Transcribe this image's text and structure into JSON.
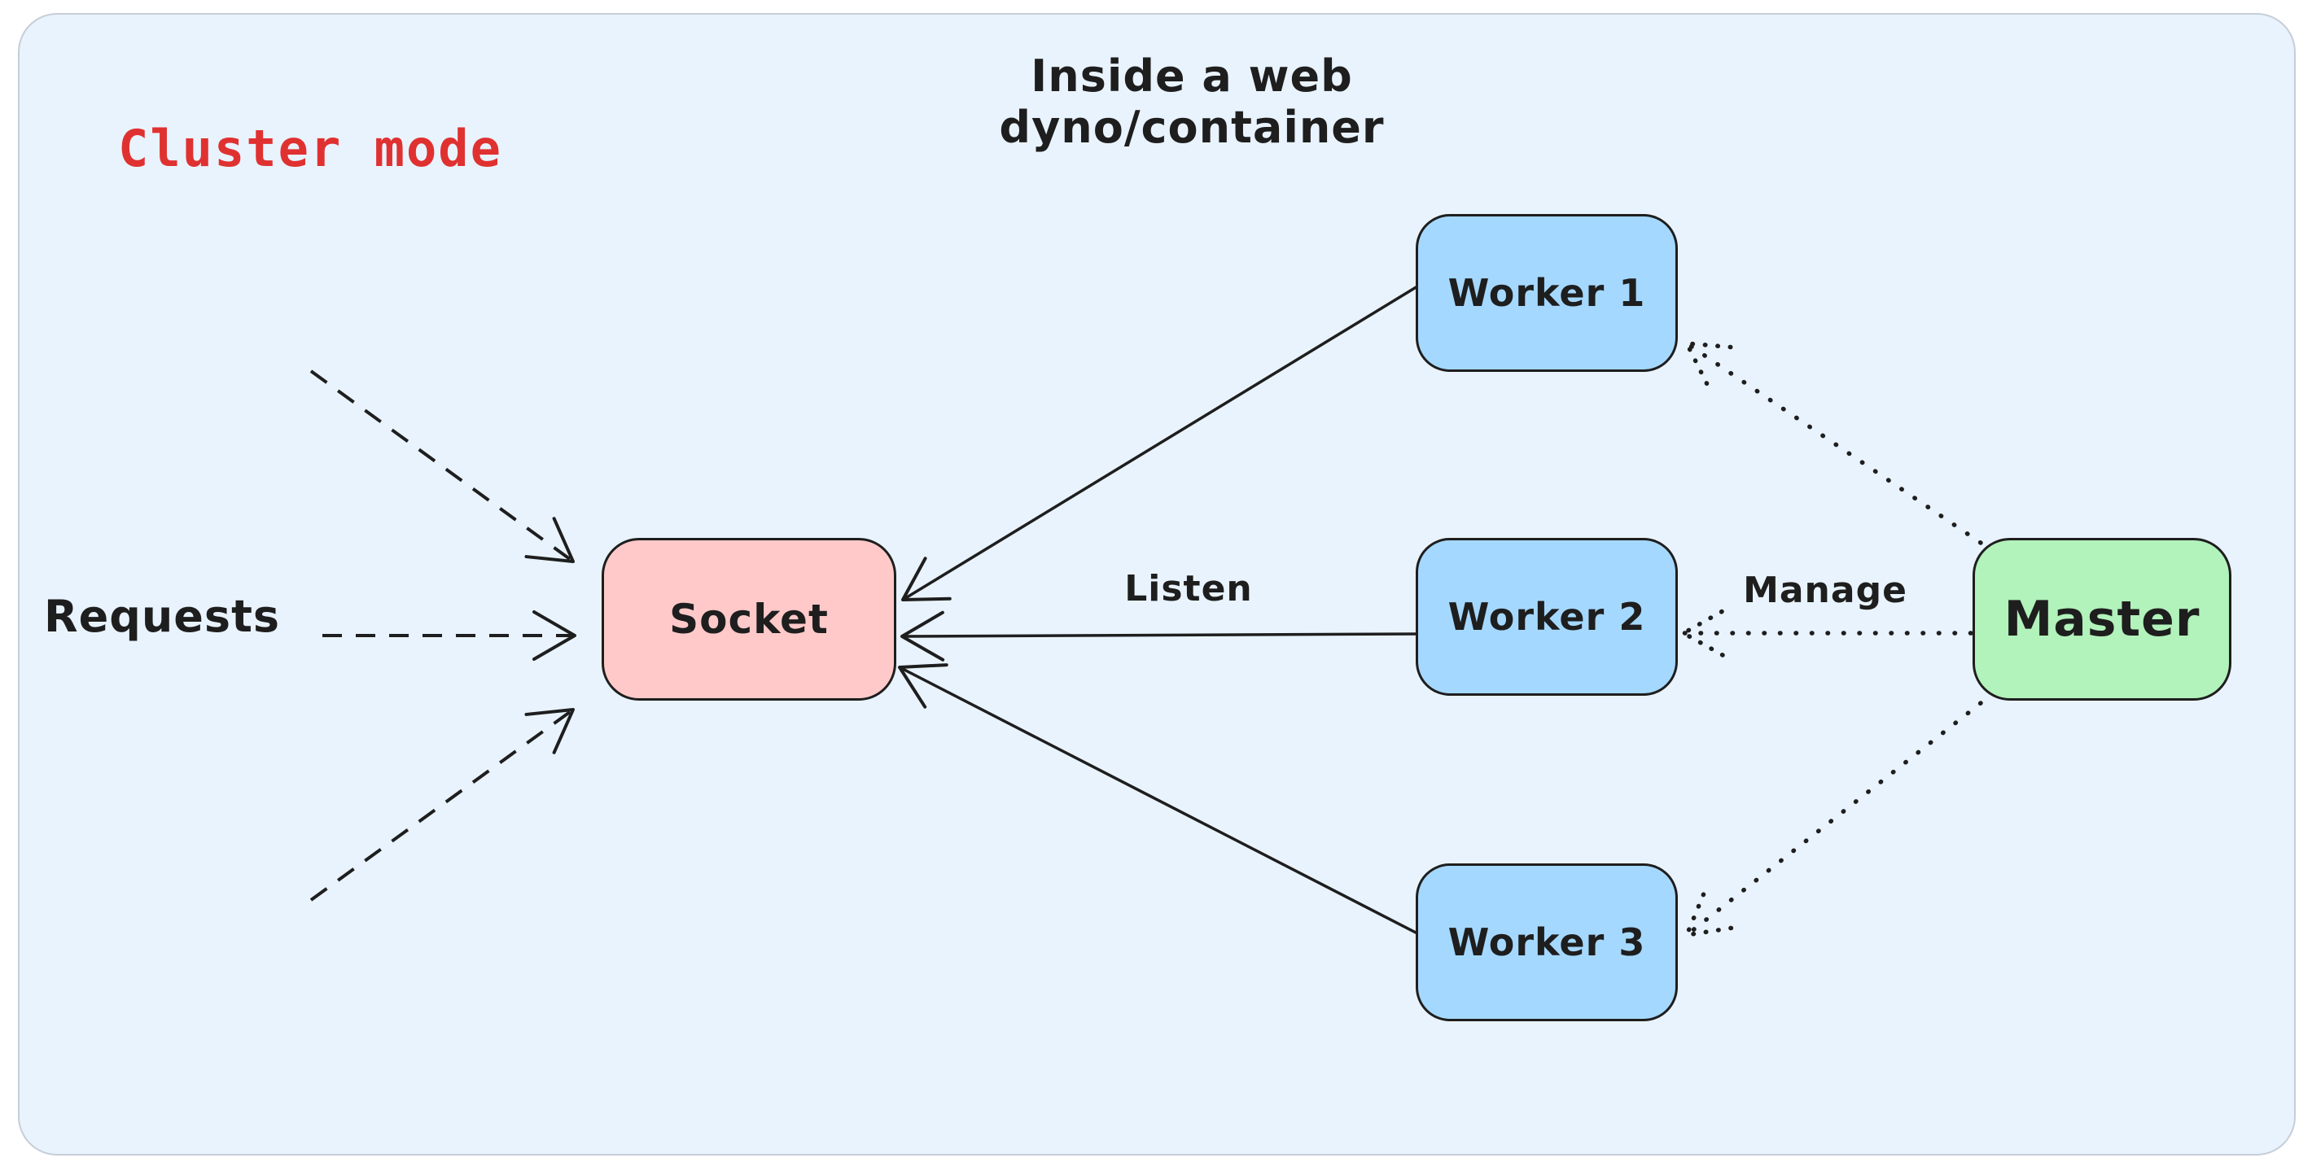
{
  "diagram": {
    "title": "Inside a web dyno/container",
    "mode_label": "Cluster mode",
    "requests_label": "Requests"
  },
  "nodes": {
    "socket": {
      "label": "Socket"
    },
    "worker1": {
      "label": "Worker 1"
    },
    "worker2": {
      "label": "Worker 2"
    },
    "worker3": {
      "label": "Worker 3"
    },
    "master": {
      "label": "Master"
    }
  },
  "edge_labels": {
    "listen": "Listen",
    "manage": "Manage"
  },
  "colors": {
    "page-bg": "#ffffff",
    "canvas-bg": "#e9f3fd",
    "canvas-border": "#c6ced8",
    "stroke": "#1e1e1e",
    "socket-fill": "#ffc9c9",
    "worker-fill": "#a5d8ff",
    "master-fill": "#b2f2bb",
    "accent-red": "#e03131"
  }
}
